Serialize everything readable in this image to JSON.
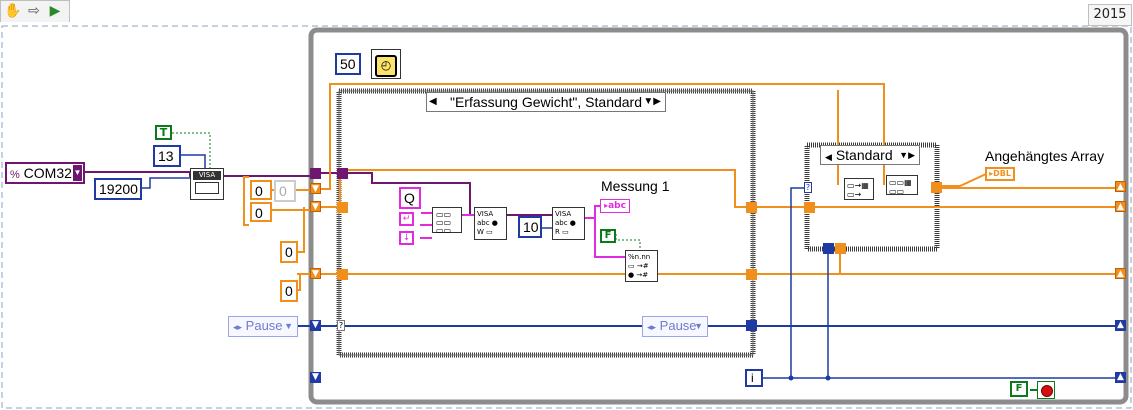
{
  "toolbar": {
    "tools": [
      {
        "name": "operate-hand-icon",
        "glyph": "✋"
      },
      {
        "name": "run-arrow-icon",
        "glyph": "⇨"
      },
      {
        "name": "step-into-icon",
        "glyph": "▶"
      }
    ]
  },
  "version": "2015",
  "serial": {
    "resource": "COM32",
    "baud": "19200",
    "termchar": "13",
    "bool_true": "T"
  },
  "shift_registers": {
    "reg1_value": "0",
    "reg1_alt": "0",
    "reg2_value": "0"
  },
  "constants": {
    "zero_a": "0",
    "zero_b": "0",
    "wait_ms": "50",
    "query_char": "Q",
    "read_bytes": "10",
    "bool_false": "F",
    "stop_bool": "F",
    "iteration": "i",
    "pause_left": "Pause",
    "pause_right": "Pause"
  },
  "case_structure": {
    "selector": "\"Erfassung Gewicht\", Standard",
    "inner_selector": "Standard"
  },
  "labels": {
    "measurement": "Messung 1",
    "array": "Angehängtes Array",
    "string_indicator": "abc",
    "dbl_indicator": "DBL"
  },
  "colors": {
    "orange_wire": "#f18f1c",
    "blue_wire": "#1f3ba3",
    "pink_wire": "#e22be0",
    "purple_wire": "#6e1670",
    "green_bool": "#0a7a1a"
  }
}
